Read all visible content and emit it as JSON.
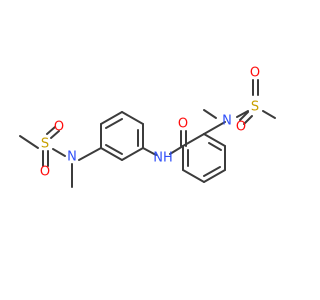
{
  "molecule": {
    "colors": {
      "bond": "#3c3c3c",
      "O": "#ff0d0d",
      "N": "#3050f8",
      "S": "#c8a000",
      "background": "#ffffff"
    },
    "atoms": {
      "o_carbonyl": "O",
      "nh_amide": "NH",
      "n_right": "N",
      "s_right": "S",
      "o_right_a": "O",
      "o_right_b": "O",
      "n_left": "N",
      "s_left": "S",
      "o_left_a": "O",
      "o_left_b": "O"
    }
  }
}
